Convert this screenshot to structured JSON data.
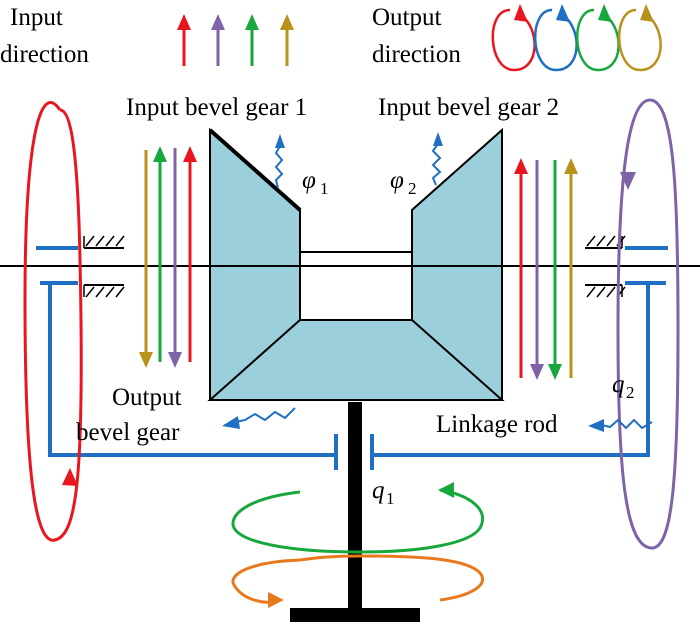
{
  "legend": {
    "input": {
      "line1": "Input",
      "line2": "direction"
    },
    "output": {
      "line1": "Output",
      "line2": "direction"
    },
    "colors": [
      "#e8171f",
      "#7f63a8",
      "#17a73d",
      "#b8921a"
    ],
    "output_colors": [
      "#e8171f",
      "#1f6fc2",
      "#17a73d",
      "#b8921a"
    ]
  },
  "labels": {
    "input_gear_1": "Input bevel gear 1",
    "input_gear_2": "Input bevel gear 2",
    "output_gear_line1": "Output",
    "output_gear_line2": "bevel gear",
    "linkage_rod": "Linkage rod"
  },
  "symbols": {
    "phi": "φ",
    "q": "q",
    "phi1_sub": "1",
    "phi2_sub": "2",
    "q1_sub": "1",
    "q2_sub": "2"
  },
  "colors": {
    "gear_fill": "#9ccfdc",
    "rod_blue": "#1f6fc2",
    "red": "#e8171f",
    "purple": "#7f63a8",
    "green": "#17a73d",
    "gold": "#b8921a",
    "orange": "#e8791d",
    "black": "#000000"
  }
}
